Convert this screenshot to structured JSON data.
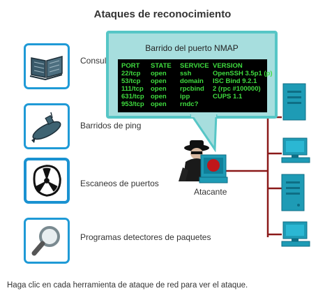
{
  "title": "Ataques de reconocimiento",
  "tools": [
    {
      "label": "Consultas de Internet",
      "icon": "open-book-icon"
    },
    {
      "label": "Barridos de ping",
      "icon": "submarine-icon"
    },
    {
      "label": "Escaneos de puertos",
      "icon": "radiation-icon"
    },
    {
      "label": "Programas detectores de paquetes",
      "icon": "magnifier-icon"
    }
  ],
  "callout": {
    "title": "Barrido del puerto NMAP",
    "terminal": {
      "headers": [
        "PORT",
        "STATE",
        "SERVICE",
        "VERSION"
      ],
      "rows": [
        [
          "22/tcp",
          "open",
          "ssh",
          "OpenSSH 3.5p1 (p)"
        ],
        [
          "53/tcp",
          "open",
          "domain",
          "ISC Bind 9.2.1"
        ],
        [
          "111/tcp",
          "open",
          "rpcbind",
          "2 (rpc #100000)"
        ],
        [
          "631/tcp",
          "open",
          "ipp",
          "CUPS 1.1"
        ],
        [
          "953/tcp",
          "open",
          "rndc?",
          ""
        ]
      ]
    }
  },
  "attacker_label": "Atacante",
  "instructions": "Haga clic en cada herramienta de ataque de red para ver el ataque.",
  "colors": {
    "tool_border": "#1f9ad6",
    "callout_bg": "#a7dede",
    "callout_border": "#56c6c6",
    "terminal_text": "#3fdc3f",
    "network_line": "#8b1a1a"
  }
}
